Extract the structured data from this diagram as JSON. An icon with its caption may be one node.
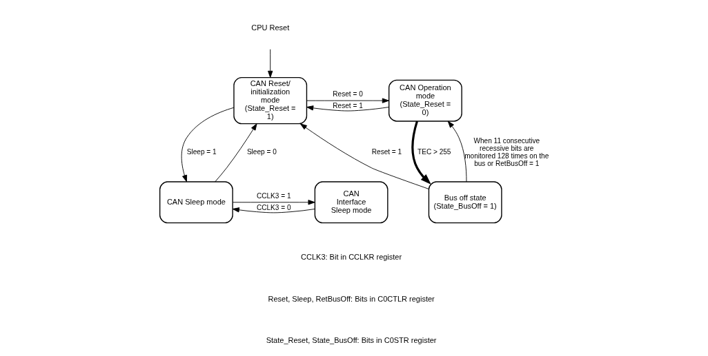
{
  "diagram": {
    "nodes": [
      {
        "text": [
          "CPU Reset"
        ]
      },
      {
        "text": [
          "CAN Reset/ initialization mode (State_Reset = 1)"
        ]
      },
      {
        "text": [
          "CAN Operation mode (State_Reset = 0)"
        ]
      },
      {
        "text": [
          "CAN Interface Sleep mode"
        ]
      },
      {
        "text": [
          "CAN Sleep mode"
        ]
      },
      {
        "text": [
          "Bus off state (State_BusOff = 1)"
        ]
      }
    ],
    "edges": [
      {
        "from": 0,
        "to": 1,
        "arrow": "to"
      },
      {
        "from": 1,
        "to": 2,
        "arrow": "to",
        "label": "Reset = 0"
      },
      {
        "from": 2,
        "to": 1,
        "arrow": "to",
        "label": "Reset = 1"
      },
      {
        "from": 4,
        "to": 1,
        "arrow": "to",
        "label": "Sleep = 0"
      },
      {
        "from": 1,
        "to": 4,
        "arrow": "to",
        "label": "Sleep = 1"
      },
      {
        "from": 2,
        "to": 5,
        "arrow": "to",
        "label": "TEC > 255",
        "style": "thick"
      },
      {
        "from": 5,
        "to": 2,
        "arrow": "to",
        "label": "When 11 consecutive recessive bits are monitored 128 times on the bus or RetBusOff = 1"
      },
      {
        "from": 5,
        "to": 1,
        "arrow": "to",
        "label": "Reset = 1"
      },
      {
        "from": 4,
        "to": 3,
        "arrow": "to",
        "label": "CCLK3 = 1"
      },
      {
        "from": 3,
        "to": 4,
        "arrow": "to",
        "label": "CCLK3 = 0"
      }
    ],
    "labels": [
      "CCLK3: Bit in CCLKR register",
      "Reset, Sleep, RetBusOff: Bits in C0CTLR register",
      "State_Reset, State_BusOff: Bits in C0STR register"
    ]
  }
}
